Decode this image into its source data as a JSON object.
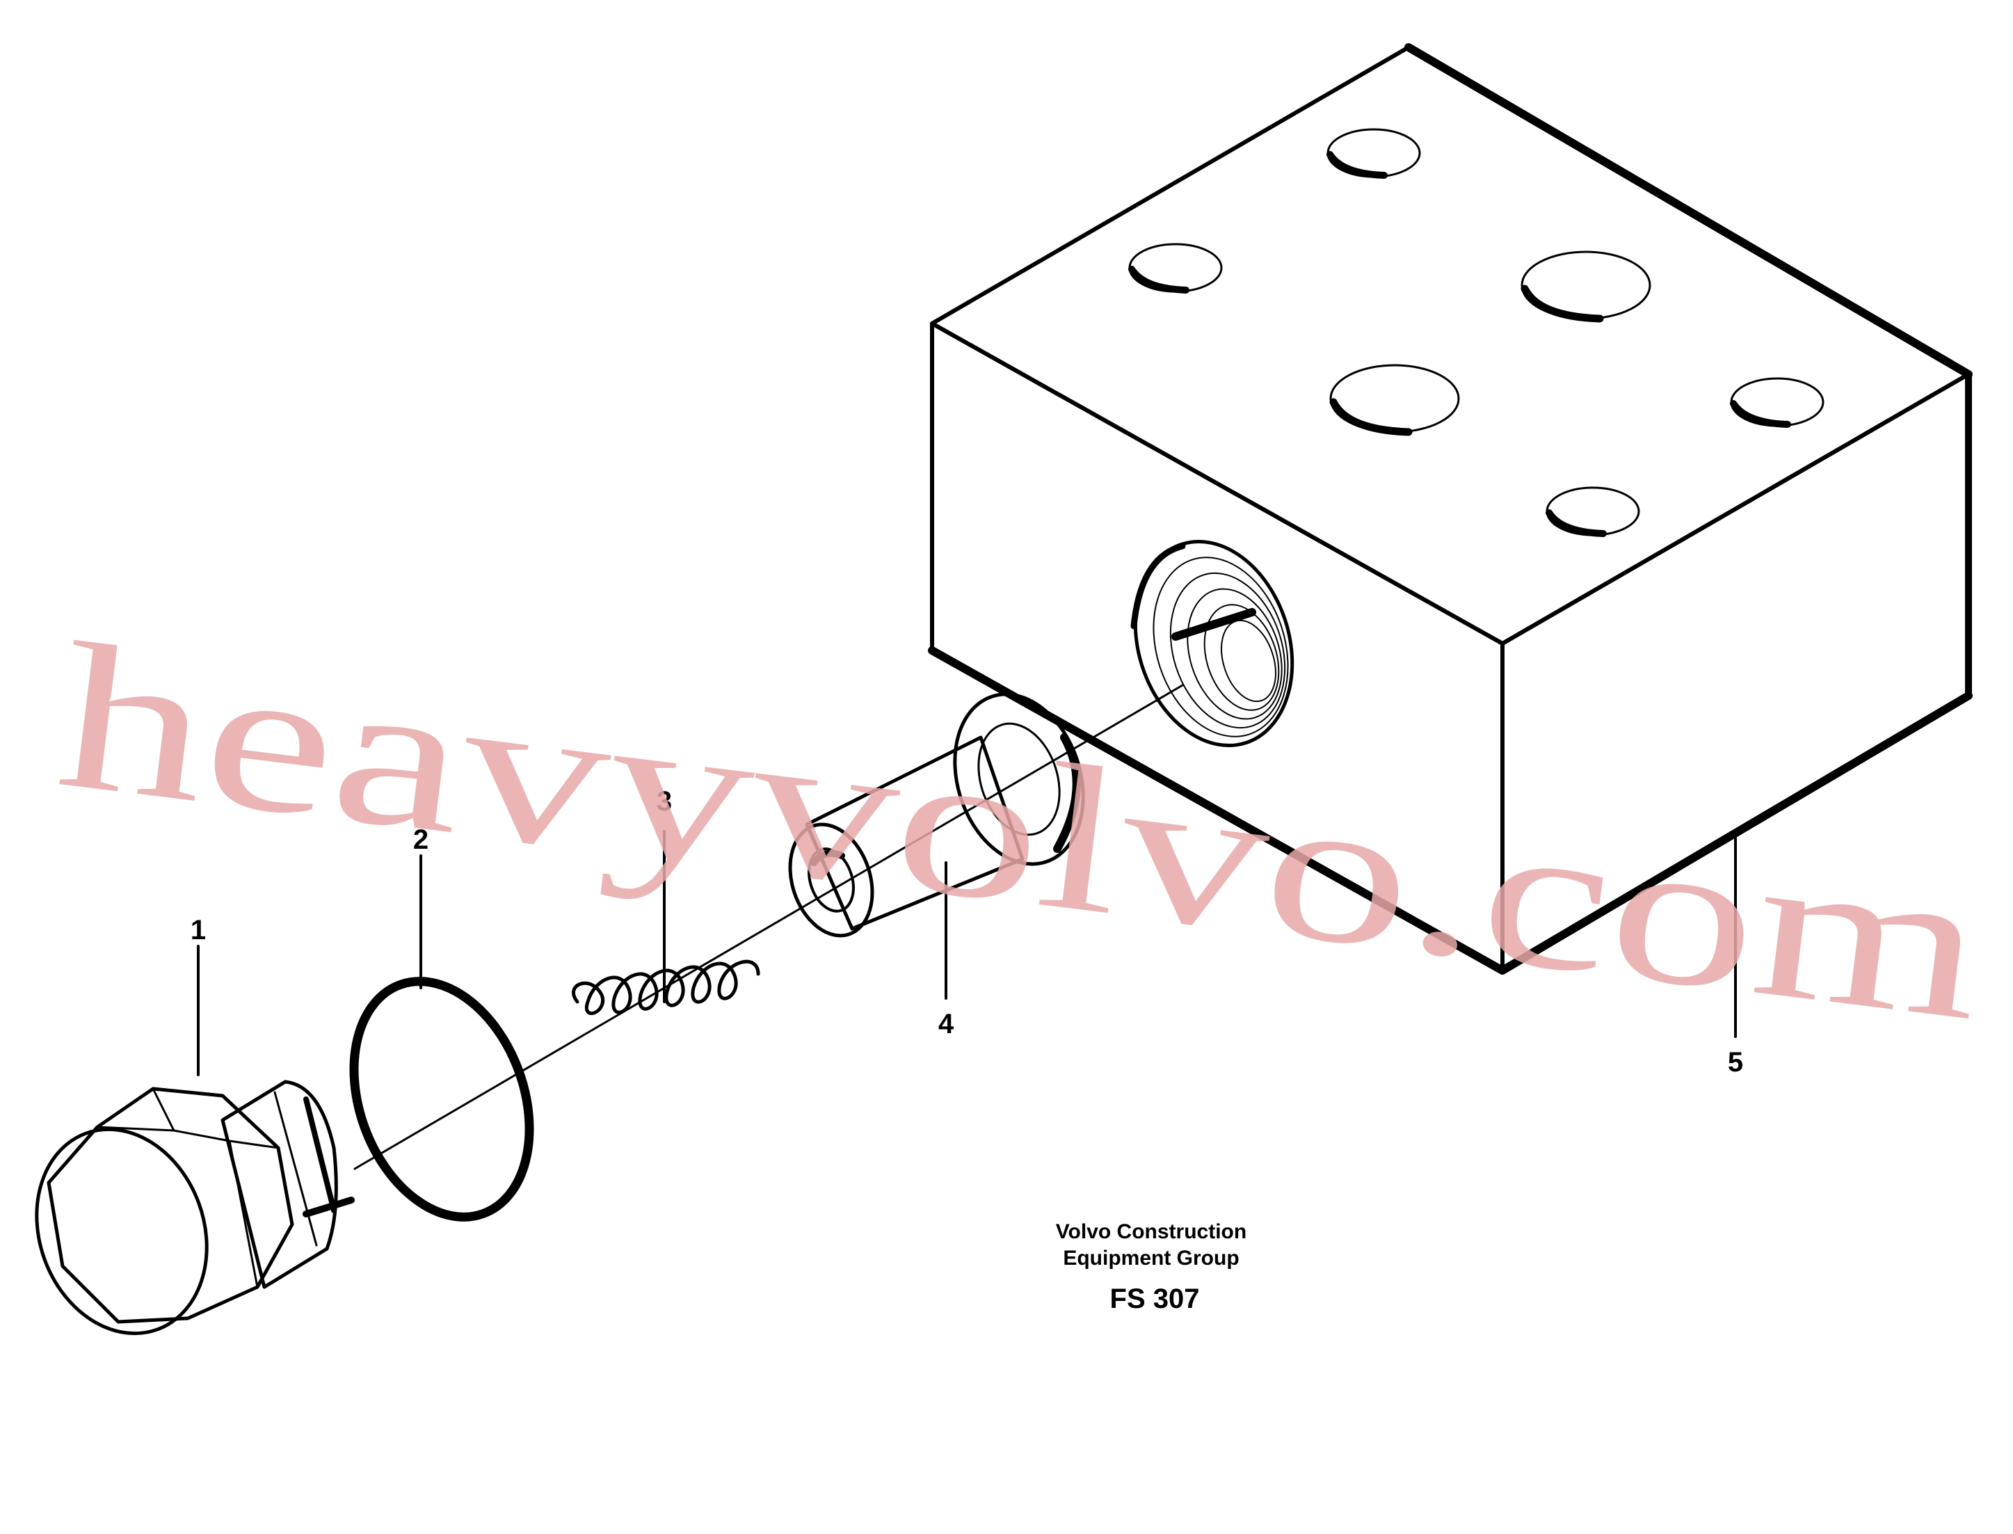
{
  "callouts": [
    "1",
    "2",
    "3",
    "4",
    "5"
  ],
  "caption": {
    "line1": "Volvo Construction",
    "line2": "Equipment Group",
    "code": "FS 307"
  },
  "watermark": "heavyvolvo.com",
  "colors": {
    "ink": "#000000",
    "watermark": "#e8a8a8",
    "background": "#ffffff"
  }
}
